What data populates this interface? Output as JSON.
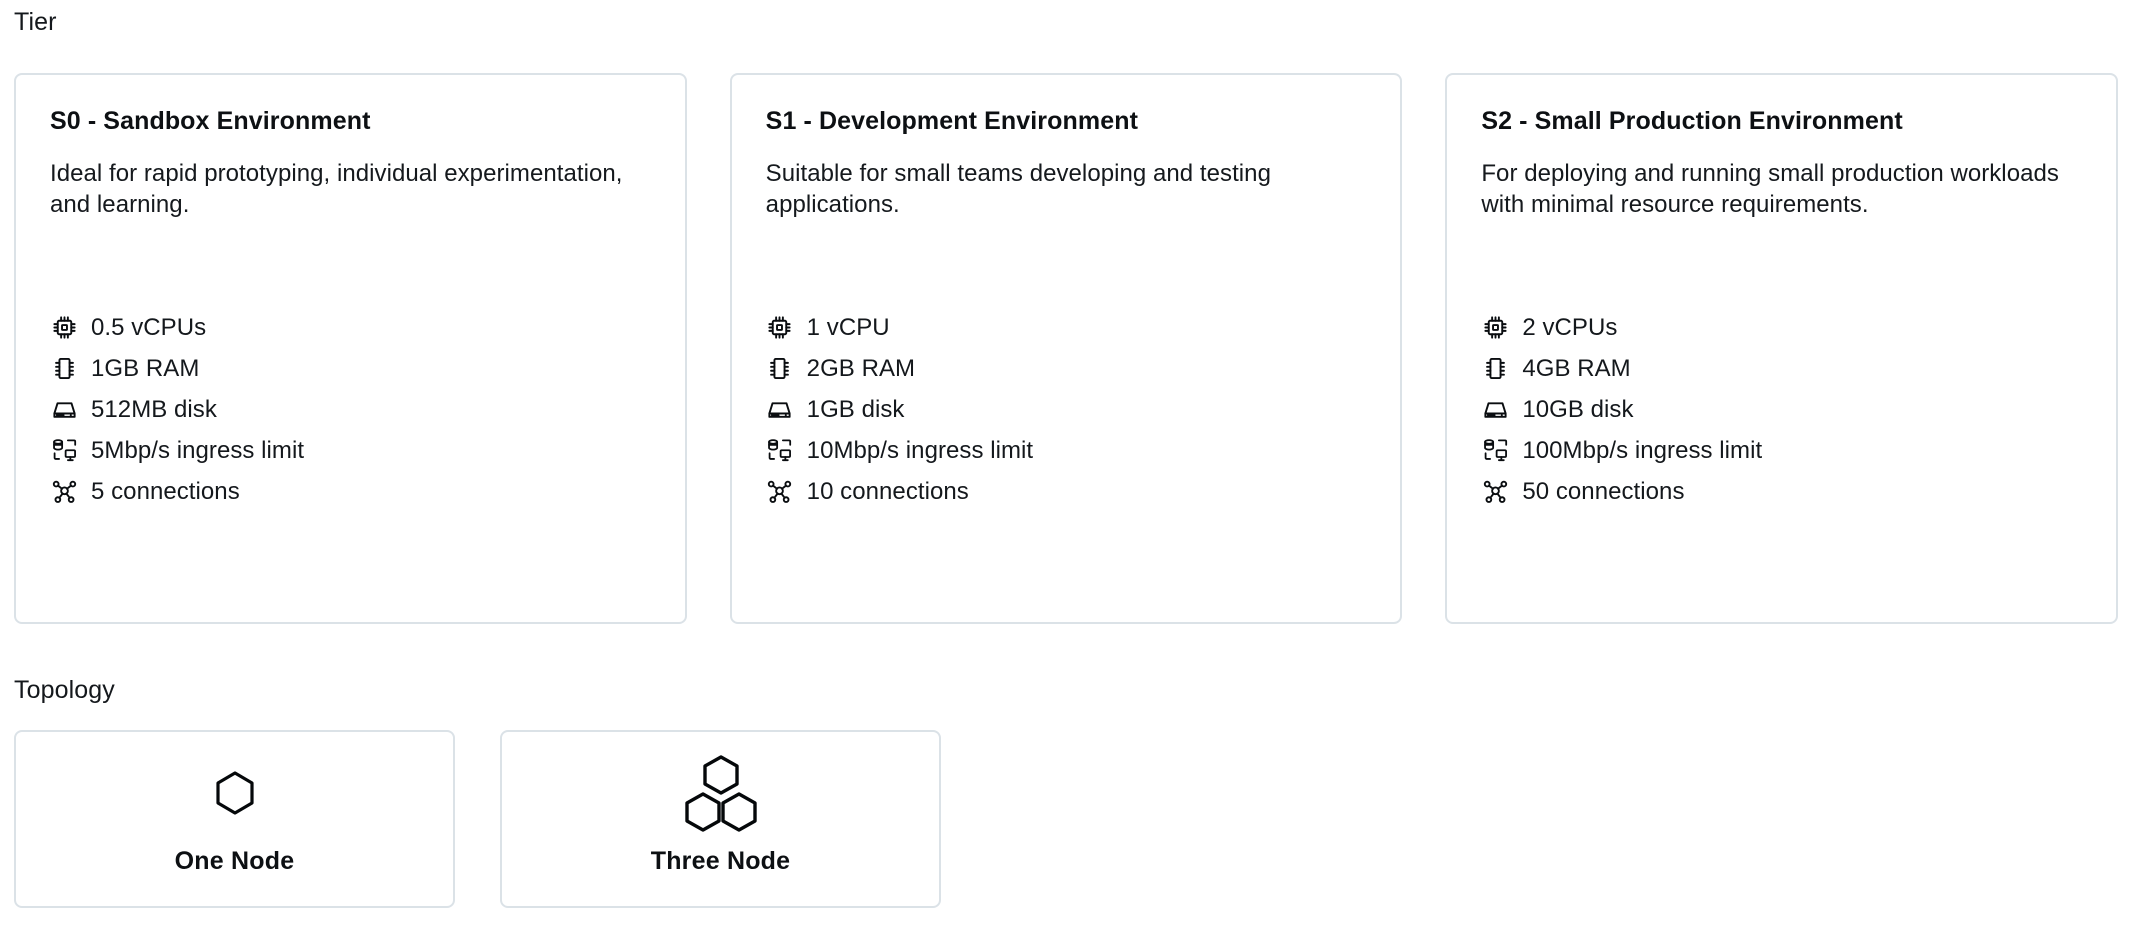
{
  "tier": {
    "label": "Tier",
    "cards": [
      {
        "title": "S0 - Sandbox Environment",
        "description": "Ideal for rapid prototyping, individual experimentation, and learning.",
        "specs": [
          {
            "icon": "cpu-icon",
            "text": "0.5 vCPUs"
          },
          {
            "icon": "memory-icon",
            "text": "1GB RAM"
          },
          {
            "icon": "disk-icon",
            "text": "512MB disk"
          },
          {
            "icon": "ingress-icon",
            "text": "5Mbp/s ingress limit"
          },
          {
            "icon": "connections-icon",
            "text": "5 connections"
          }
        ]
      },
      {
        "title": "S1 - Development Environment",
        "description": "Suitable for small teams developing and testing applications.",
        "specs": [
          {
            "icon": "cpu-icon",
            "text": "1 vCPU"
          },
          {
            "icon": "memory-icon",
            "text": "2GB RAM"
          },
          {
            "icon": "disk-icon",
            "text": "1GB disk"
          },
          {
            "icon": "ingress-icon",
            "text": "10Mbp/s ingress limit"
          },
          {
            "icon": "connections-icon",
            "text": "10 connections"
          }
        ]
      },
      {
        "title": "S2 - Small Production Environment",
        "description": "For deploying and running small production workloads with minimal resource requirements.",
        "specs": [
          {
            "icon": "cpu-icon",
            "text": "2 vCPUs"
          },
          {
            "icon": "memory-icon",
            "text": "4GB RAM"
          },
          {
            "icon": "disk-icon",
            "text": "10GB disk"
          },
          {
            "icon": "ingress-icon",
            "text": "100Mbp/s ingress limit"
          },
          {
            "icon": "connections-icon",
            "text": "50 connections"
          }
        ]
      }
    ]
  },
  "topology": {
    "label": "Topology",
    "cards": [
      {
        "icon": "single-hexagon-icon",
        "label": "One Node"
      },
      {
        "icon": "triple-hexagon-icon",
        "label": "Three Node"
      }
    ]
  },
  "colors": {
    "background": "#ffffff",
    "card_border": "#dbe2e7",
    "text": "#14181c",
    "icon": "#0a0d10"
  }
}
